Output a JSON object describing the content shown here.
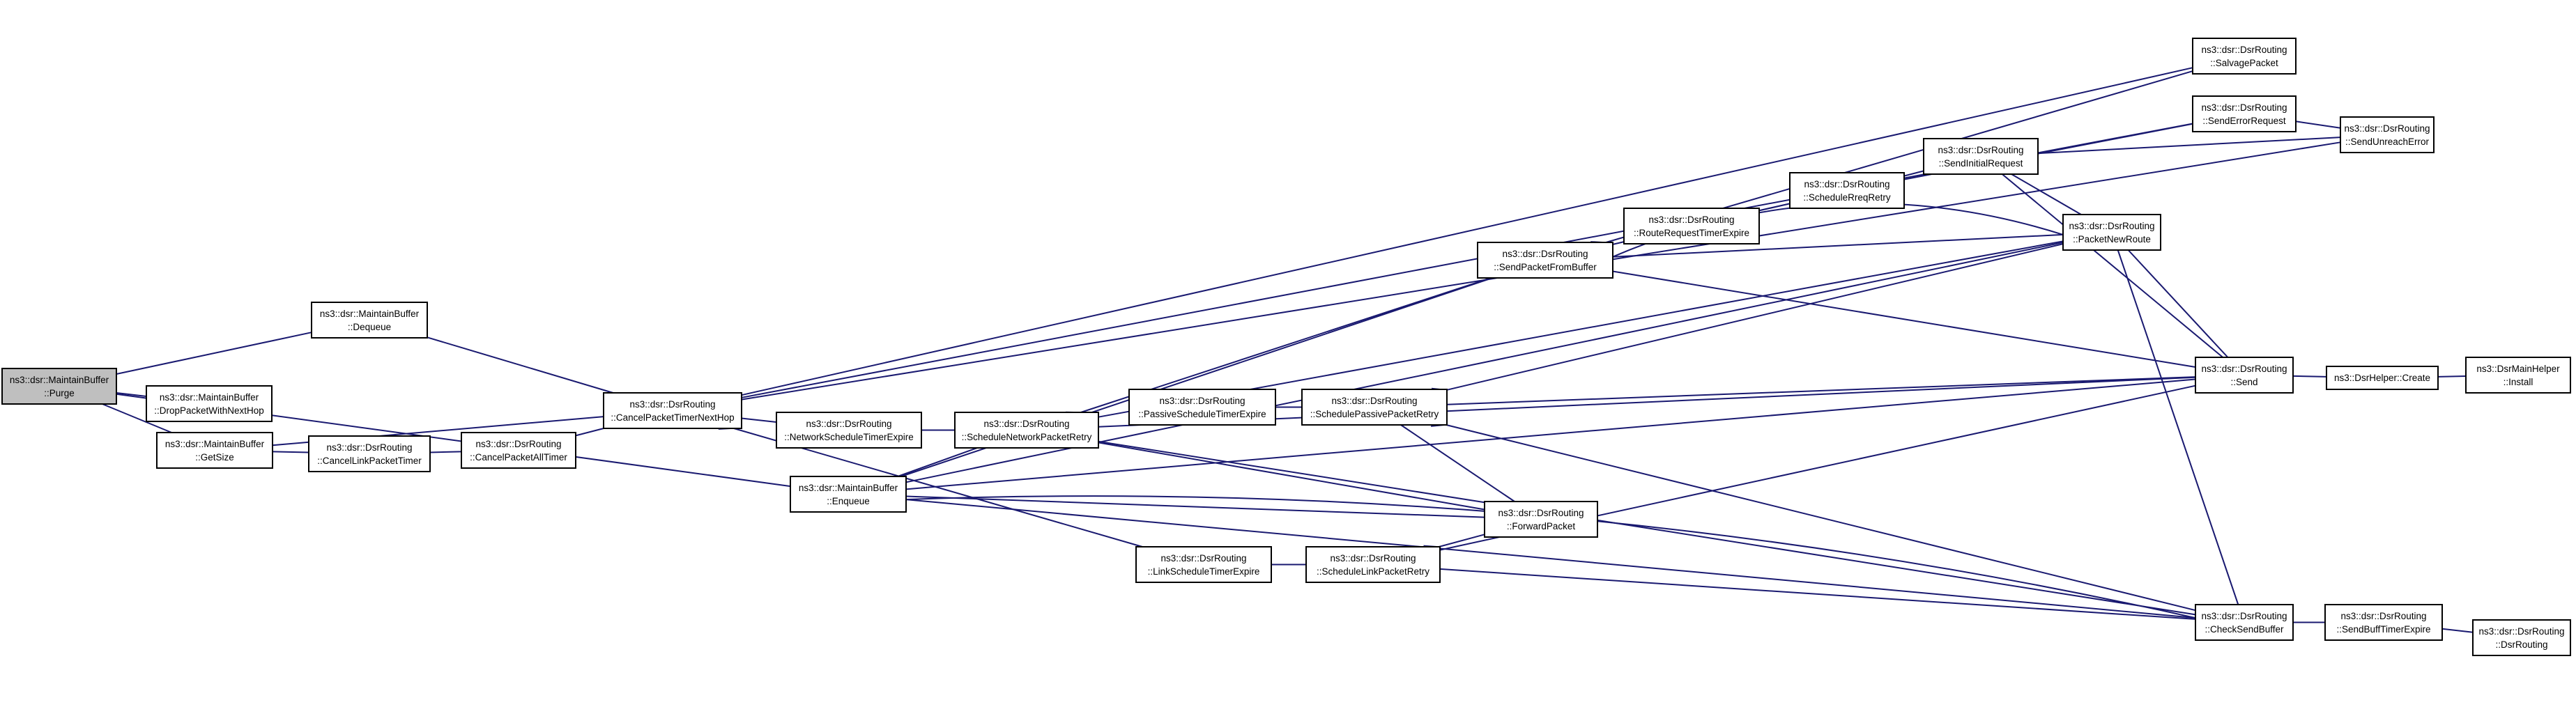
{
  "colors": {
    "edge": "#191970",
    "root_fill": "#bfbfbf",
    "node_fill": "#ffffff",
    "border": "#000000"
  },
  "root": "purge",
  "nodes": {
    "purge": {
      "lines": [
        "ns3::dsr::MaintainBuffer",
        "::Purge"
      ]
    },
    "drop": {
      "lines": [
        "ns3::dsr::MaintainBuffer",
        "::DropPacketWithNextHop"
      ]
    },
    "getsize": {
      "lines": [
        "ns3::dsr::MaintainBuffer",
        "::GetSize"
      ]
    },
    "dequeue": {
      "lines": [
        "ns3::dsr::MaintainBuffer",
        "::Dequeue"
      ]
    },
    "cancellink": {
      "lines": [
        "ns3::dsr::DsrRouting",
        "::CancelLinkPacketTimer"
      ]
    },
    "cancelall": {
      "lines": [
        "ns3::dsr::DsrRouting",
        "::CancelPacketAllTimer"
      ]
    },
    "cancelnext": {
      "lines": [
        "ns3::dsr::DsrRouting",
        "::CancelPacketTimerNextHop"
      ]
    },
    "enqueue": {
      "lines": [
        "ns3::dsr::MaintainBuffer",
        "::Enqueue"
      ]
    },
    "netexpire": {
      "lines": [
        "ns3::dsr::DsrRouting",
        "::NetworkScheduleTimerExpire"
      ]
    },
    "schednet": {
      "lines": [
        "ns3::dsr::DsrRouting",
        "::ScheduleNetworkPacketRetry"
      ]
    },
    "passexpire": {
      "lines": [
        "ns3::dsr::DsrRouting",
        "::PassiveScheduleTimerExpire"
      ]
    },
    "schedpass": {
      "lines": [
        "ns3::dsr::DsrRouting",
        "::SchedulePassivePacketRetry"
      ]
    },
    "linkexpire": {
      "lines": [
        "ns3::dsr::DsrRouting",
        "::LinkScheduleTimerExpire"
      ]
    },
    "schedlink": {
      "lines": [
        "ns3::dsr::DsrRouting",
        "::ScheduleLinkPacketRetry"
      ]
    },
    "sendfrombuf": {
      "lines": [
        "ns3::dsr::DsrRouting",
        "::SendPacketFromBuffer"
      ]
    },
    "forward": {
      "lines": [
        "ns3::dsr::DsrRouting",
        "::ForwardPacket"
      ]
    },
    "rreqexpire": {
      "lines": [
        "ns3::dsr::DsrRouting",
        "::RouteRequestTimerExpire"
      ]
    },
    "schedreq": {
      "lines": [
        "ns3::dsr::DsrRouting",
        "::ScheduleRreqRetry"
      ]
    },
    "sendinit": {
      "lines": [
        "ns3::dsr::DsrRouting",
        "::SendInitialRequest"
      ]
    },
    "salvage": {
      "lines": [
        "ns3::dsr::DsrRouting",
        "::SalvagePacket"
      ]
    },
    "senderr": {
      "lines": [
        "ns3::dsr::DsrRouting",
        "::SendErrorRequest"
      ]
    },
    "pktnew": {
      "lines": [
        "ns3::dsr::DsrRouting",
        "::PacketNewRoute"
      ]
    },
    "send": {
      "lines": [
        "ns3::dsr::DsrRouting",
        "::Send"
      ]
    },
    "checksend": {
      "lines": [
        "ns3::dsr::DsrRouting",
        "::CheckSendBuffer"
      ]
    },
    "unreach": {
      "lines": [
        "ns3::dsr::DsrRouting",
        "::SendUnreachError"
      ]
    },
    "helpcreate": {
      "lines": [
        "ns3::DsrHelper::Create"
      ]
    },
    "mainhelper": {
      "lines": [
        "ns3::DsrMainHelper",
        "::Install"
      ]
    },
    "sendbuf": {
      "lines": [
        "ns3::dsr::DsrRouting",
        "::SendBuffTimerExpire"
      ]
    },
    "dsrrouting": {
      "lines": [
        "ns3::dsr::DsrRouting",
        "::DsrRouting"
      ]
    }
  },
  "edges": [
    [
      "drop",
      "purge"
    ],
    [
      "getsize",
      "purge"
    ],
    [
      "dequeue",
      "purge"
    ],
    [
      "enqueue",
      "purge"
    ],
    [
      "cancellink",
      "getsize"
    ],
    [
      "cancelnext",
      "getsize"
    ],
    [
      "cancelall",
      "cancellink"
    ],
    [
      "cancelnext",
      "cancelall"
    ],
    [
      "cancelnext",
      "dequeue"
    ],
    [
      "netexpire",
      "cancelnext"
    ],
    [
      "linkexpire",
      "cancelnext"
    ],
    [
      "salvage",
      "cancelnext"
    ],
    [
      "senderr",
      "cancelnext"
    ],
    [
      "unreach",
      "cancelnext"
    ],
    [
      "schednet",
      "netexpire"
    ],
    [
      "schednet",
      "enqueue"
    ],
    [
      "sendfrombuf",
      "enqueue"
    ],
    [
      "forward",
      "enqueue"
    ],
    [
      "pktnew",
      "enqueue"
    ],
    [
      "send",
      "enqueue"
    ],
    [
      "checksend",
      "enqueue"
    ],
    [
      "checksend",
      "enqueue"
    ],
    [
      "netexpire",
      "schednet"
    ],
    [
      "schedpass",
      "passexpire"
    ],
    [
      "passexpire",
      "schedpass"
    ],
    [
      "sendfrombuf",
      "schednet"
    ],
    [
      "pktnew",
      "schednet"
    ],
    [
      "forward",
      "schednet"
    ],
    [
      "send",
      "schednet"
    ],
    [
      "checksend",
      "schednet"
    ],
    [
      "schedlink",
      "linkexpire"
    ],
    [
      "linkexpire",
      "schedlink"
    ],
    [
      "forward",
      "schedlink"
    ],
    [
      "send",
      "schedlink"
    ],
    [
      "checksend",
      "schedlink"
    ],
    [
      "forward",
      "schedpass"
    ],
    [
      "send",
      "schedpass"
    ],
    [
      "pktnew",
      "schedpass"
    ],
    [
      "checksend",
      "schedpass"
    ],
    [
      "rreqexpire",
      "sendfrombuf"
    ],
    [
      "pktnew",
      "sendfrombuf"
    ],
    [
      "send",
      "sendfrombuf"
    ],
    [
      "salvage",
      "sendfrombuf"
    ],
    [
      "pktnew",
      "sendfrombuf"
    ],
    [
      "schedreq",
      "rreqexpire"
    ],
    [
      "rreqexpire",
      "schedreq"
    ],
    [
      "sendinit",
      "schedreq"
    ],
    [
      "senderr",
      "schedreq"
    ],
    [
      "pktnew",
      "sendinit"
    ],
    [
      "send",
      "sendinit"
    ],
    [
      "unreach",
      "sendinit"
    ],
    [
      "unreach",
      "senderr"
    ],
    [
      "send",
      "pktnew"
    ],
    [
      "checksend",
      "pktnew"
    ],
    [
      "helpcreate",
      "send"
    ],
    [
      "mainhelper",
      "helpcreate"
    ],
    [
      "sendbuf",
      "checksend"
    ],
    [
      "dsrrouting",
      "sendbuf"
    ]
  ]
}
